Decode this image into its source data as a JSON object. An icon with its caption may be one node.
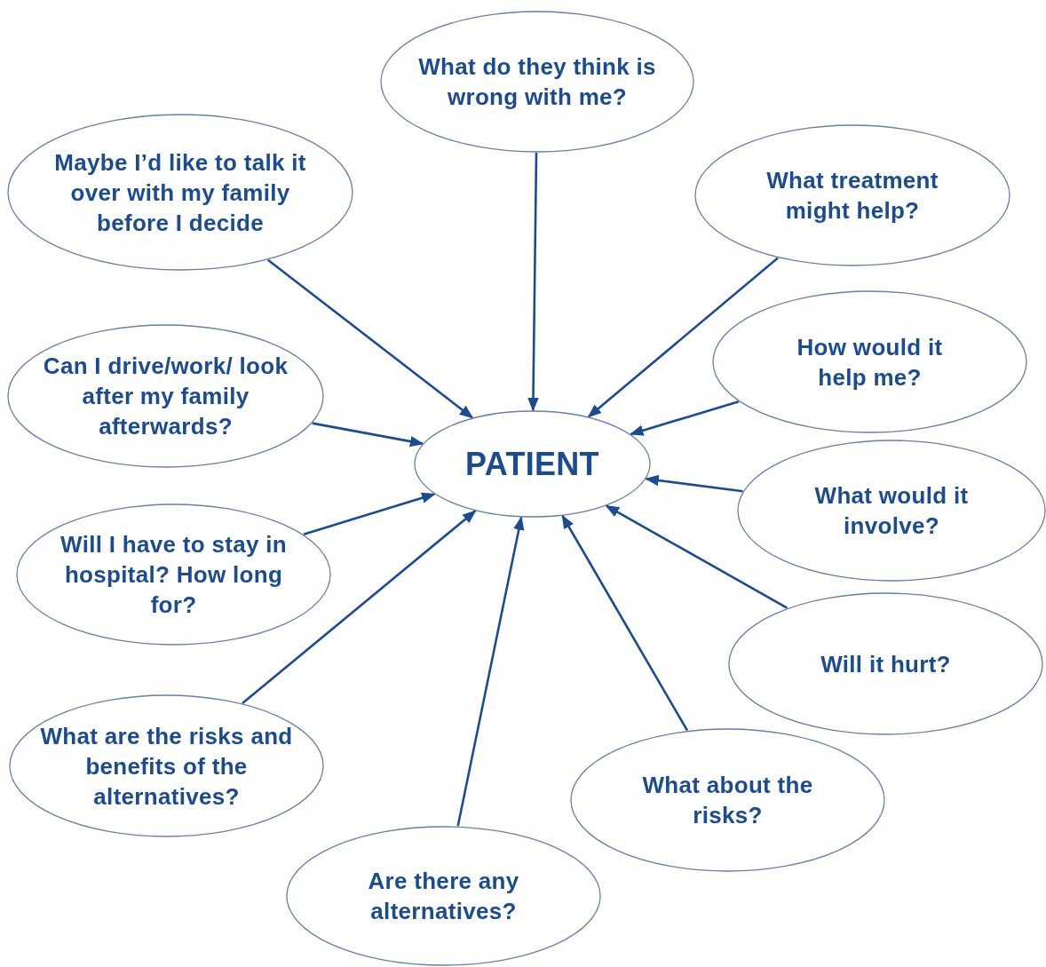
{
  "diagram": {
    "nodes": [
      {
        "text": [
          "What do they think is wrong with me?"
        ]
      },
      {
        "text": [
          "Maybe I’d like to talk it over with my family before I decide"
        ]
      },
      {
        "text": [
          "What treatment might help?"
        ]
      },
      {
        "text": [
          "How would it help me?"
        ]
      },
      {
        "text": [
          "Can I drive/work/ look after my family afterwards?"
        ]
      },
      {
        "text": [
          "PATIENT"
        ]
      },
      {
        "text": [
          "What would it involve?"
        ]
      },
      {
        "text": [
          "Will I have to stay in hospital? How long for?"
        ]
      },
      {
        "text": [
          "Will it hurt?"
        ]
      },
      {
        "text": [
          "What are the risks and benefits of the alternatives?"
        ]
      },
      {
        "text": [
          "What about the risks?"
        ]
      },
      {
        "text": [
          "Are there any alternatives?"
        ]
      }
    ],
    "edges": [
      {
        "from": 0,
        "to": 5,
        "arrow": "to"
      },
      {
        "from": 1,
        "to": 5,
        "arrow": "to"
      },
      {
        "from": 2,
        "to": 5,
        "arrow": "to"
      },
      {
        "from": 3,
        "to": 5,
        "arrow": "to"
      },
      {
        "from": 4,
        "to": 5,
        "arrow": "to"
      },
      {
        "from": 6,
        "to": 5,
        "arrow": "to"
      },
      {
        "from": 7,
        "to": 5,
        "arrow": "to"
      },
      {
        "from": 8,
        "to": 5,
        "arrow": "to"
      },
      {
        "from": 9,
        "to": 5,
        "arrow": "to"
      },
      {
        "from": 10,
        "to": 5,
        "arrow": "to"
      },
      {
        "from": 11,
        "to": 5,
        "arrow": "to"
      }
    ]
  }
}
